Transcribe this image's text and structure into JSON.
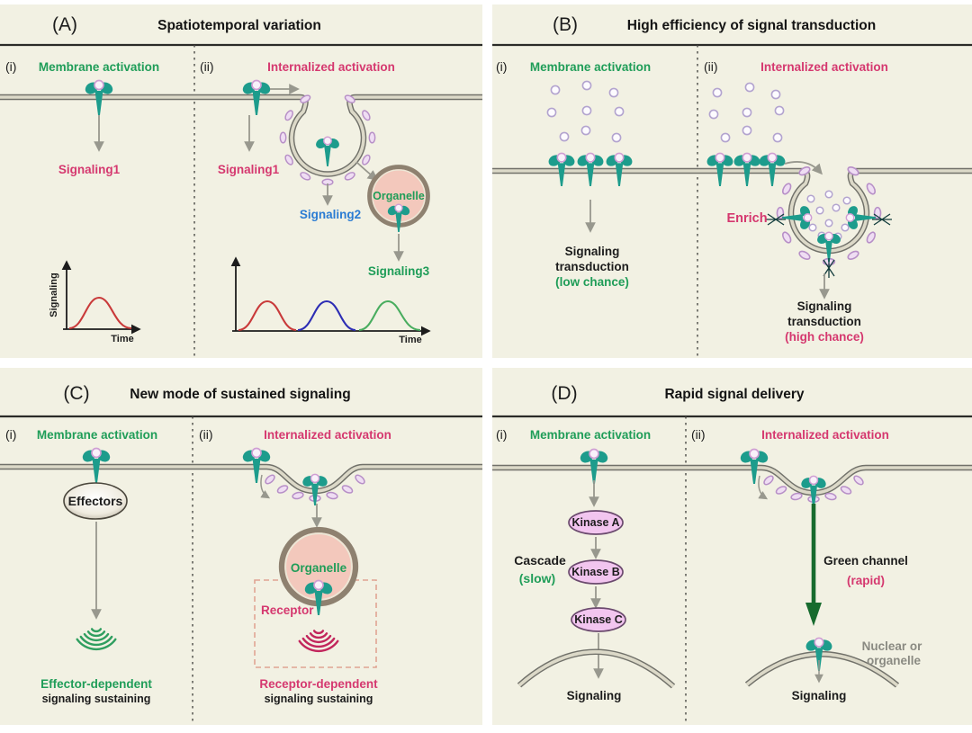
{
  "figure": {
    "background_color": "#f2f1e3",
    "gutter_color": "#ffffff",
    "accent_colors": {
      "green_text": "#1f9d58",
      "pink_text": "#d5386f",
      "blue_text": "#2b7cd3",
      "receptor_teal": "#1d9c8c",
      "organelle_fill": "#f3c8bc",
      "kinase_fill": "#f2c5ef",
      "coat_lavender": "#b78fc7",
      "green_arrow": "#176b2e"
    }
  },
  "panels": {
    "A": {
      "letter": "(A)",
      "title": "Spatiotemporal variation",
      "i": {
        "num": "(i)",
        "label": "Membrane activation",
        "signaling1": "Signaling1",
        "graph": {
          "ylabel": "Signaling",
          "xlabel": "Time"
        }
      },
      "ii": {
        "num": "(ii)",
        "label": "Internalized activation",
        "signaling1": "Signaling1",
        "signaling2": "Signaling2",
        "signaling3": "Signaling3",
        "organelle": "Organelle",
        "graph": {
          "xlabel": "Time"
        }
      }
    },
    "B": {
      "letter": "(B)",
      "title": "High efficiency of signal transduction",
      "i": {
        "num": "(i)",
        "label": "Membrane activation",
        "result_line1": "Signaling",
        "result_line2": "transduction",
        "result_line3": "(low chance)"
      },
      "ii": {
        "num": "(ii)",
        "label": "Internalized activation",
        "enrich": "Enrich",
        "result_line1": "Signaling",
        "result_line2": "transduction",
        "result_line3": "(high chance)"
      }
    },
    "C": {
      "letter": "(C)",
      "title": "New mode of sustained signaling",
      "i": {
        "num": "(i)",
        "label": "Membrane activation",
        "effectors": "Effectors",
        "caption1": "Effector-dependent",
        "caption2": "signaling sustaining"
      },
      "ii": {
        "num": "(ii)",
        "label": "Internalized activation",
        "organelle": "Organelle",
        "receptor": "Receptor",
        "caption1": "Receptor-dependent",
        "caption2": "signaling sustaining"
      }
    },
    "D": {
      "letter": "(D)",
      "title": "Rapid signal delivery",
      "i": {
        "num": "(i)",
        "label": "Membrane activation",
        "kinase_a": "Kinase A",
        "kinase_b": "Kinase B",
        "kinase_c": "Kinase C",
        "cascade1": "Cascade",
        "cascade2": "(slow)",
        "signaling": "Signaling"
      },
      "ii": {
        "num": "(ii)",
        "label": "Internalized activation",
        "channel1": "Green channel",
        "channel2": "(rapid)",
        "note1": "Nuclear or",
        "note2": "organelle",
        "signaling": "Signaling"
      }
    }
  },
  "chart_data": [
    {
      "type": "line",
      "panel": "A-i",
      "xlabel": "Time",
      "ylabel": "Signaling",
      "series": [
        {
          "name": "Signaling1",
          "color": "#c93a3a",
          "shape": "single bell curve peaking mid-timeline"
        }
      ],
      "axes": "arrowed axes, no tick labels"
    },
    {
      "type": "line",
      "panel": "A-ii",
      "xlabel": "Time",
      "ylabel": "",
      "series": [
        {
          "name": "Signaling1",
          "color": "#c93a3a",
          "peak_order": 1
        },
        {
          "name": "Signaling2",
          "color": "#2d2db4",
          "peak_order": 2
        },
        {
          "name": "Signaling3",
          "color": "#49ad5f",
          "peak_order": 3
        }
      ],
      "axes": "arrowed axes, no tick labels",
      "shape": "three equal bell curves in temporal sequence"
    }
  ]
}
